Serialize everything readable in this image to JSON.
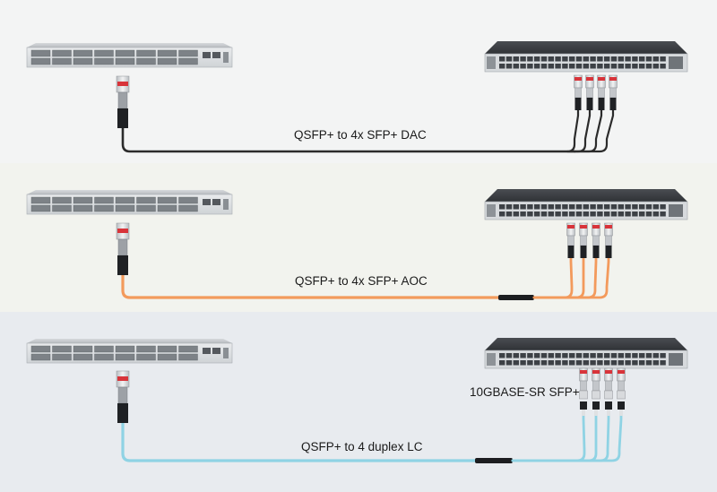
{
  "colors": {
    "band_top": "#f3f4f4",
    "band_middle": "#f2f3ee",
    "band_bottom": "#e8ebef",
    "gray_switch": "#c9cdd1",
    "dark_switch": "#3c3f44",
    "dac_cable": "#2b2b2b",
    "aoc_cable": "#f39a5c",
    "lc_cable": "#8fd3e4",
    "transceiver_pull_tab": "#d8343a"
  },
  "rows": [
    {
      "id": "dac",
      "label": "QSFP+ to 4x SFP+ DAC",
      "cable_type": "dac",
      "source_switch": "qsfp-switch",
      "target_switch": "sfp-plus-switch",
      "breakout_count": 4
    },
    {
      "id": "aoc",
      "label": "QSFP+ to 4x SFP+ AOC",
      "cable_type": "aoc",
      "source_switch": "qsfp-switch",
      "target_switch": "sfp-plus-switch",
      "breakout_count": 4
    },
    {
      "id": "lc",
      "label": "QSFP+ to 4 duplex LC",
      "cable_type": "lc",
      "source_switch": "qsfp-switch",
      "target_switch": "sfp-plus-switch",
      "breakout_count": 4,
      "transceiver_label": "10GBASE-SR SFP+"
    }
  ]
}
